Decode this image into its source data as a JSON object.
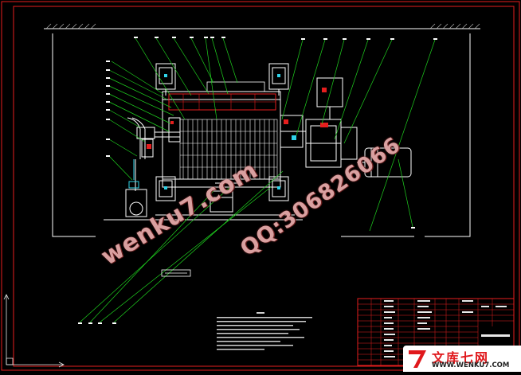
{
  "drawing": {
    "line_color": "#ffffff",
    "leader_color": "#1fd11f",
    "border_color": "#e61e1e",
    "cyan": "#2fd3e8"
  },
  "watermarks": {
    "site": "wenku7.com",
    "qq": "QQ:306826066"
  },
  "brand": {
    "glyph": "7",
    "name_cn": "文库七网",
    "url": "WWW.WENKU7.COM",
    "red": "#e0181c"
  }
}
